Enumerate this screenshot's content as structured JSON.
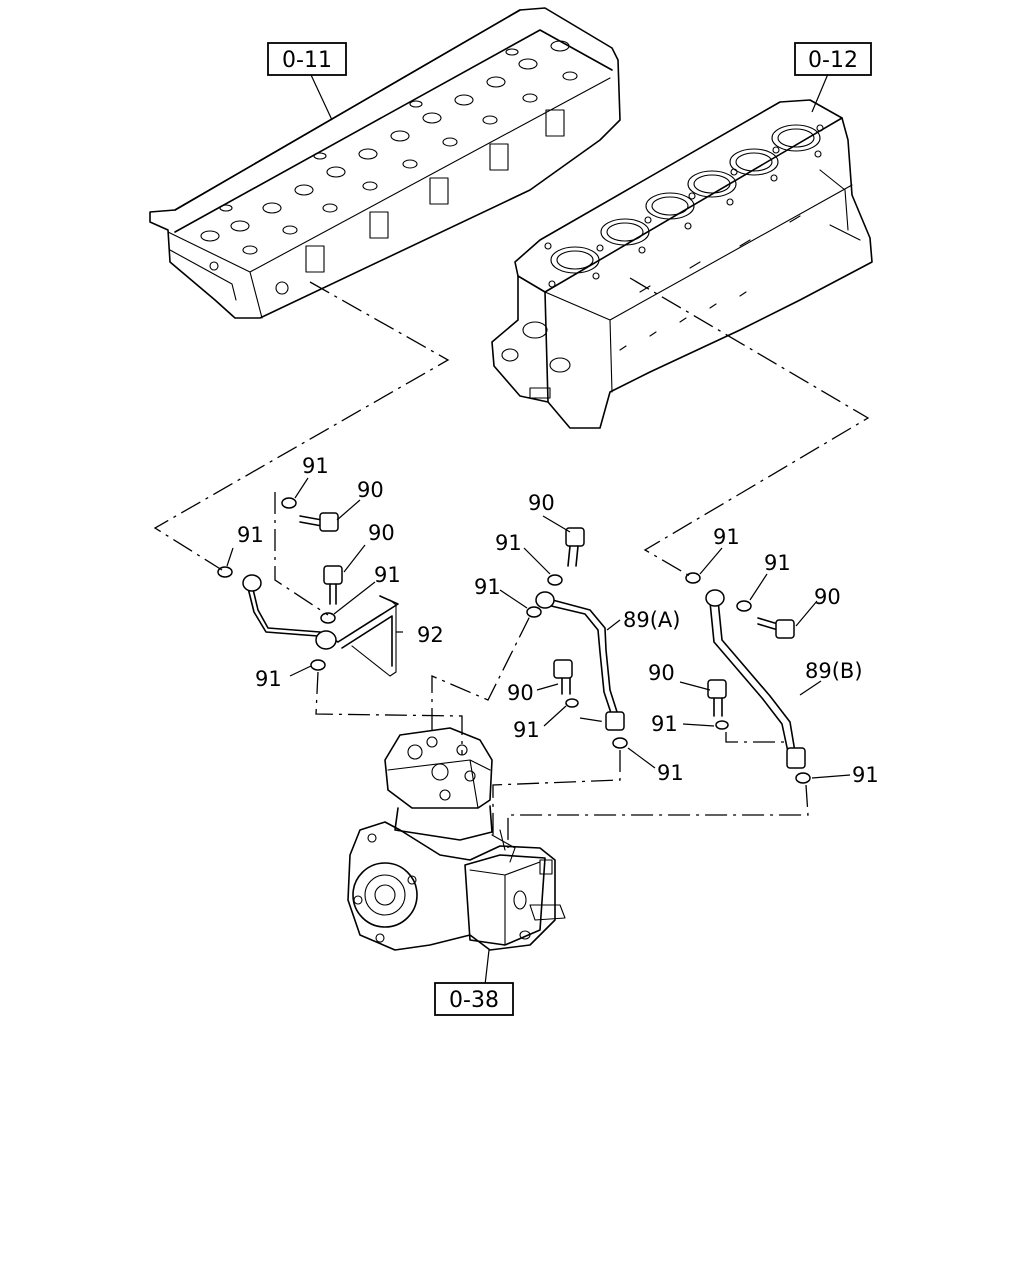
{
  "references": {
    "cylinder_head": "0-11",
    "cylinder_block": "0-12",
    "injection_pump": "0-38"
  },
  "callouts": {
    "c1": "91",
    "c2": "90",
    "c3": "91",
    "c4": "90",
    "c5": "91",
    "c6": "92",
    "c7": "91",
    "c8": "90",
    "c9": "91",
    "c10": "91",
    "c11": "89(A)",
    "c12": "90",
    "c13": "91",
    "c14": "91",
    "c15": "91",
    "c16": "91",
    "c17": "90",
    "c18": "89(B)",
    "c19": "90",
    "c20": "91",
    "c21": "91"
  }
}
